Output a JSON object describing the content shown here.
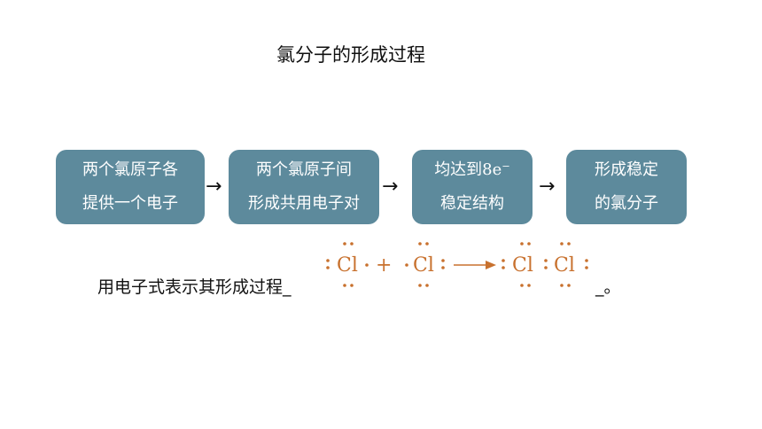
{
  "title": "氯分子的形成过程",
  "flow": {
    "steps": [
      {
        "line1": "两个氯原子各",
        "line2": "提供一个电子"
      },
      {
        "line1": "两个氯原子间",
        "line2": "形成共用电子对"
      },
      {
        "line1": "均达到8e⁻",
        "line2": "稳定结构"
      },
      {
        "line1": "形成稳定",
        "line2": "的氯分子"
      }
    ],
    "arrow": "→"
  },
  "question": {
    "prompt": "用电子式表示其形成过程_",
    "suffix": "_。"
  },
  "equation": {
    "atom1": "Cl",
    "plus": "+",
    "atom2": "Cl",
    "product1": "Cl",
    "product2": "Cl",
    "color": "#c8712e"
  },
  "colors": {
    "box_fill": "#5d8a9c",
    "box_text": "#ffffff"
  }
}
